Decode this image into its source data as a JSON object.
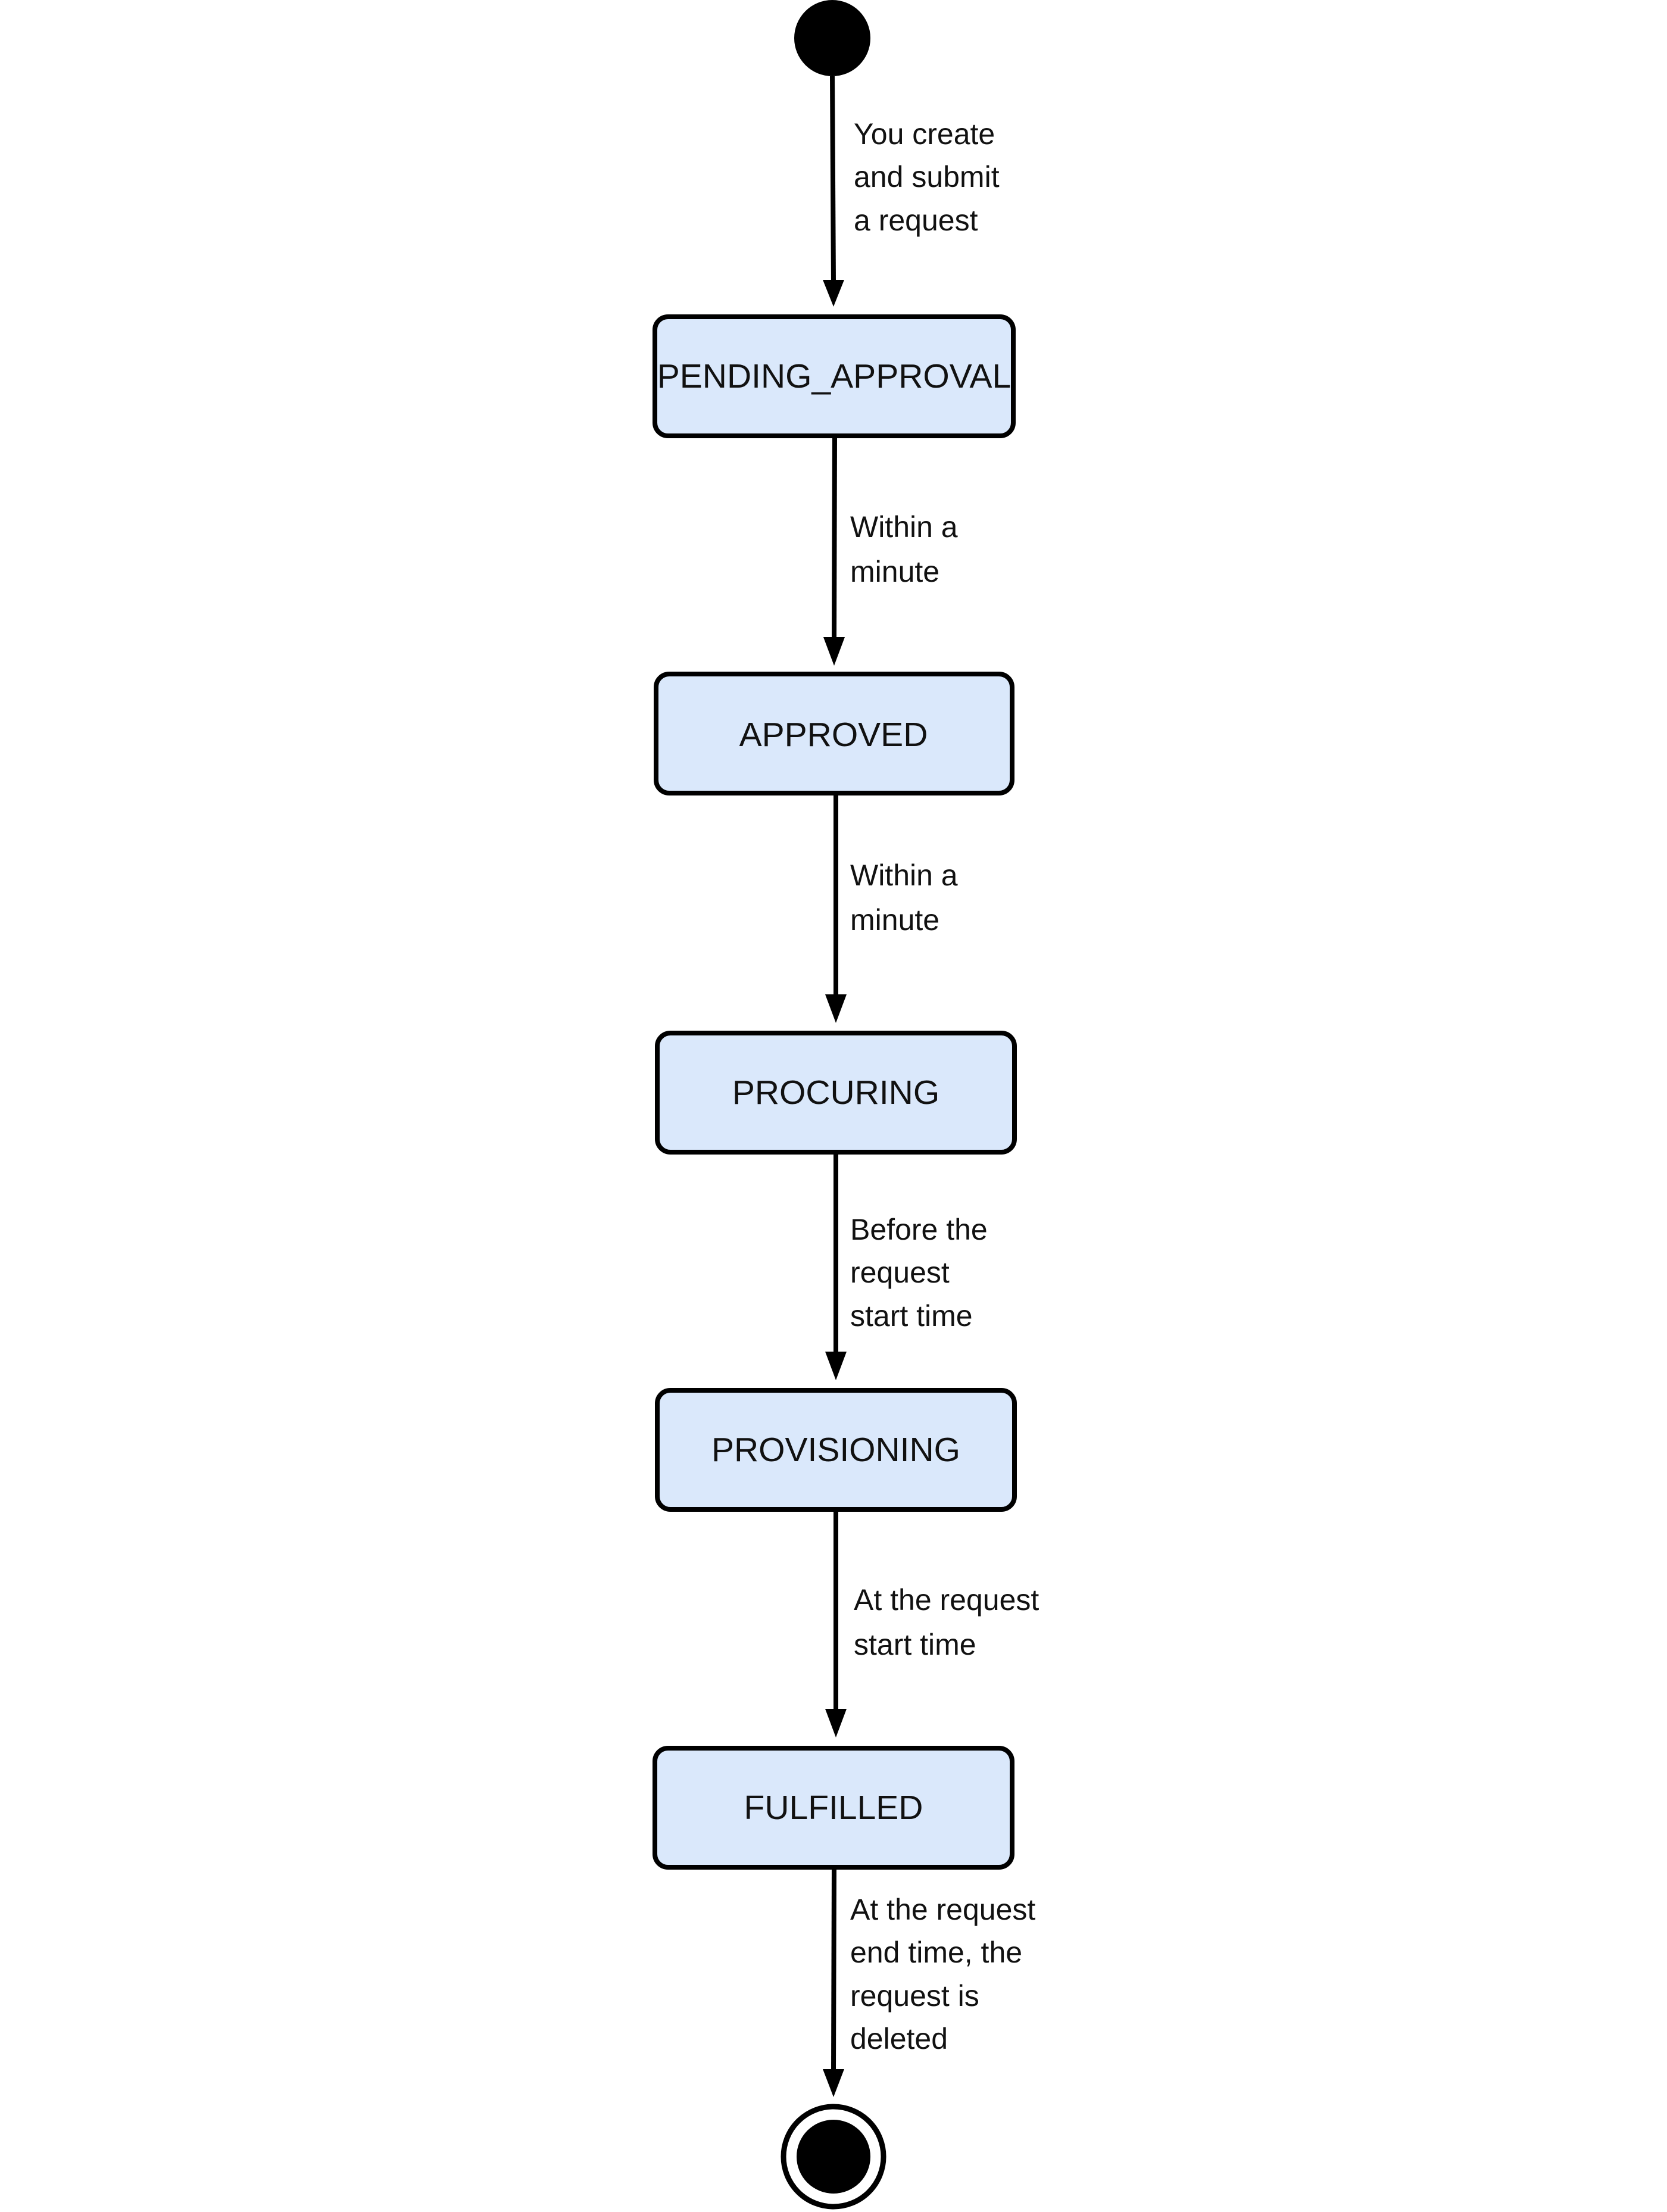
{
  "diagram": {
    "type": "state-machine",
    "states": [
      {
        "id": "pending",
        "label": "PENDING_APPROVAL"
      },
      {
        "id": "approved",
        "label": "APPROVED"
      },
      {
        "id": "procuring",
        "label": "PROCURING"
      },
      {
        "id": "provisioning",
        "label": "PROVISIONING"
      },
      {
        "id": "fulfilled",
        "label": "FULFILLED"
      }
    ],
    "transitions": [
      {
        "from": "start",
        "to": "pending",
        "label": [
          "You create",
          "and submit",
          "a request"
        ]
      },
      {
        "from": "pending",
        "to": "approved",
        "label": [
          "Within a",
          "minute"
        ]
      },
      {
        "from": "approved",
        "to": "procuring",
        "label": [
          "Within a",
          "minute"
        ]
      },
      {
        "from": "procuring",
        "to": "provisioning",
        "label": [
          "Before the",
          "request",
          "start time"
        ]
      },
      {
        "from": "provisioning",
        "to": "fulfilled",
        "label": [
          "At the request",
          "start time"
        ]
      },
      {
        "from": "fulfilled",
        "to": "end",
        "label": [
          "At the request",
          "end time, the",
          "request is",
          "deleted"
        ]
      }
    ]
  },
  "colors": {
    "state_fill": "#dae8fb",
    "stroke": "#000000",
    "text": "#111111",
    "background": "#ffffff"
  }
}
